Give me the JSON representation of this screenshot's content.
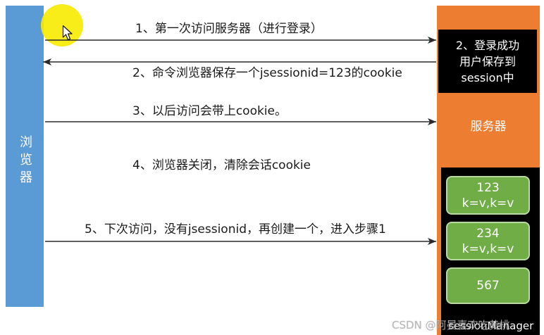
{
  "browser": {
    "label": "浏览器"
  },
  "steps": [
    {
      "label": "1、第一次访问服务器（进行登录）"
    },
    {
      "label": "2、命令浏览器保存一个jsessionid=123的cookie"
    },
    {
      "label": "3、以后访问会带上cookie。"
    },
    {
      "label": "4、浏览器关闭，清除会话cookie"
    },
    {
      "label": "5、下次访问，没有jsessionid，再创建一个，进入步骤1"
    }
  ],
  "server": {
    "login_note": [
      "2、登录成功",
      "用户保存到",
      "session中"
    ],
    "label": "服务器",
    "sessions": [
      {
        "id": "123",
        "data": "k=v,k=v"
      },
      {
        "id": "234",
        "data": "k=v,k=v"
      },
      {
        "id": "567"
      }
    ],
    "session_manager_label": "sessionManager"
  },
  "watermark": "CSDN @阿晏喜欢吃黄桃",
  "icons": {
    "pointer": "mouse-pointer-icon"
  },
  "colors": {
    "browser": "#5b9bd5",
    "server": "#ed7d31",
    "panel": "#000000",
    "session": "#70ad47",
    "highlight": "#f7ea00"
  }
}
